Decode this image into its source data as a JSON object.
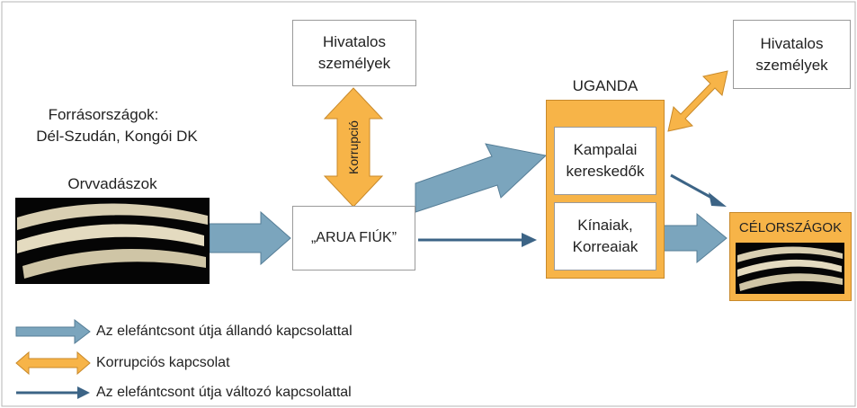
{
  "labels": {
    "officials_top": "Hivatalos személyek",
    "officials_right": "Hivatalos személyek",
    "source_countries_title": "Forrásországok:",
    "source_countries_list": "Dél-Szudán, Kongói DK",
    "poachers": "Orvvadászok",
    "corruption": "Korrupció",
    "arua": "„ARUA FIÚK”",
    "uganda": "UGANDA",
    "kampala_traders": "Kampalai kereskedők",
    "chinese_koreans": "Kínaiak, Korreaiak",
    "destinations": "CÉLORSZÁGOK"
  },
  "legend": [
    {
      "type": "thick-arrow",
      "text": "Az elefántcsont útja állandó kapcsolattal"
    },
    {
      "type": "double-arrow",
      "text": "Korrupciós kapcsolat"
    },
    {
      "type": "thin-arrow",
      "text": "Az elefántcsont útja változó kapcsolattal"
    }
  ],
  "colors": {
    "thick_arrow": "#7ba5bd",
    "thin_arrow": "#3c6486",
    "corruption": "#f7b448",
    "uganda_box": "#f7b448"
  }
}
